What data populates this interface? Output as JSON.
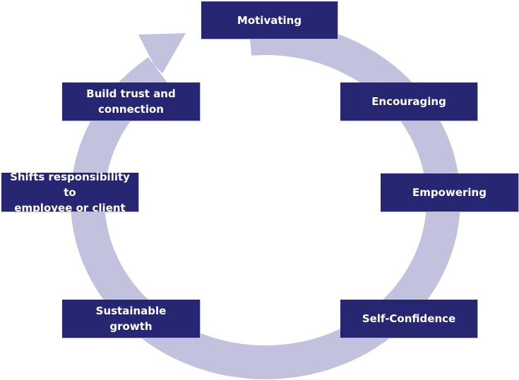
{
  "diagram": {
    "type": "cycle",
    "ring_color": "#c2c2de",
    "box_color": "#262673",
    "text_color": "#ffffff",
    "steps": [
      {
        "id": "motivating",
        "label": "Motivating"
      },
      {
        "id": "encouraging",
        "label": "Encouraging"
      },
      {
        "id": "empowering",
        "label": "Empowering"
      },
      {
        "id": "self-confidence",
        "label": "Self-Confidence"
      },
      {
        "id": "sustainable-growth",
        "label": "Sustainable growth",
        "lines": [
          "Sustainable",
          "growth"
        ]
      },
      {
        "id": "shifts-responsibility",
        "label": "Shifts responsibility to employee or client",
        "lines": [
          "Shifts responsibility to",
          "employee or client"
        ]
      },
      {
        "id": "build-trust",
        "label": "Build trust and connection",
        "lines": [
          "Build trust and",
          "connection"
        ]
      }
    ]
  }
}
